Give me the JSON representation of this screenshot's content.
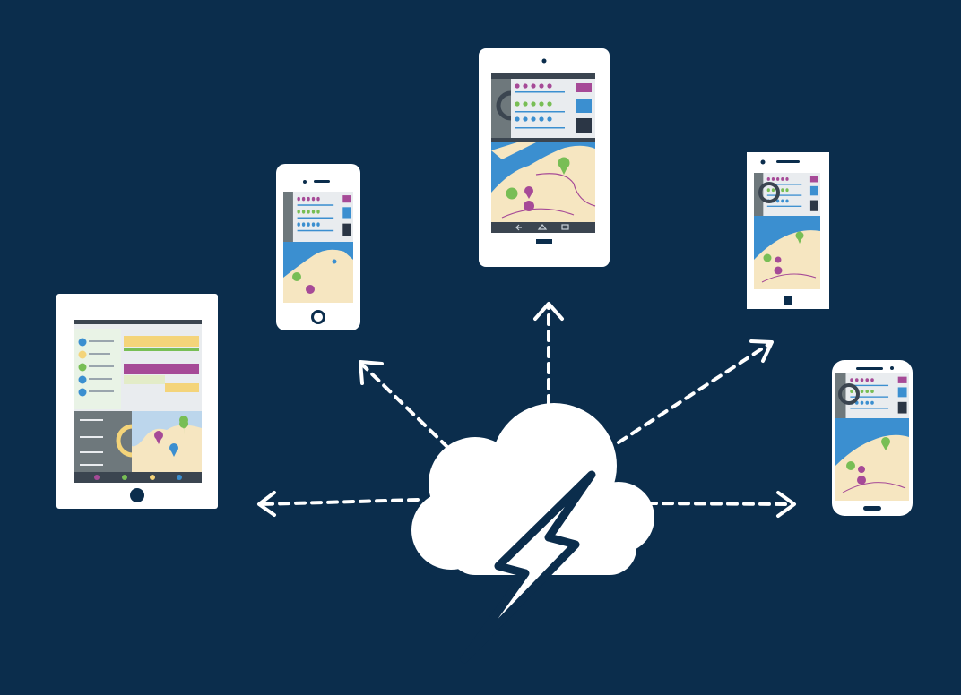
{
  "colors": {
    "background": "#0b2d4c",
    "device_body": "#ffffff",
    "panel_gray": "#6e787c",
    "panel_light": "#e9ecef",
    "dark_bar": "#3b4550",
    "map_water": "#3b8fd0",
    "map_land": "#f6e6c1",
    "green": "#78be55",
    "purple": "#a64a97",
    "blue": "#3b8fd0",
    "yellow": "#f4d47a",
    "dark_square": "#2b3645"
  },
  "icons": {
    "hub": "cloud-lightning-icon",
    "arrows": "dashed-arrow-icon",
    "map_pins": "map-pin-icon"
  },
  "devices": [
    {
      "name": "tablet-left",
      "kind": "tablet"
    },
    {
      "name": "phone-small",
      "kind": "phone"
    },
    {
      "name": "tablet-top",
      "kind": "tablet"
    },
    {
      "name": "phone-right-upper",
      "kind": "phone"
    },
    {
      "name": "phone-right-lower",
      "kind": "phone"
    }
  ]
}
